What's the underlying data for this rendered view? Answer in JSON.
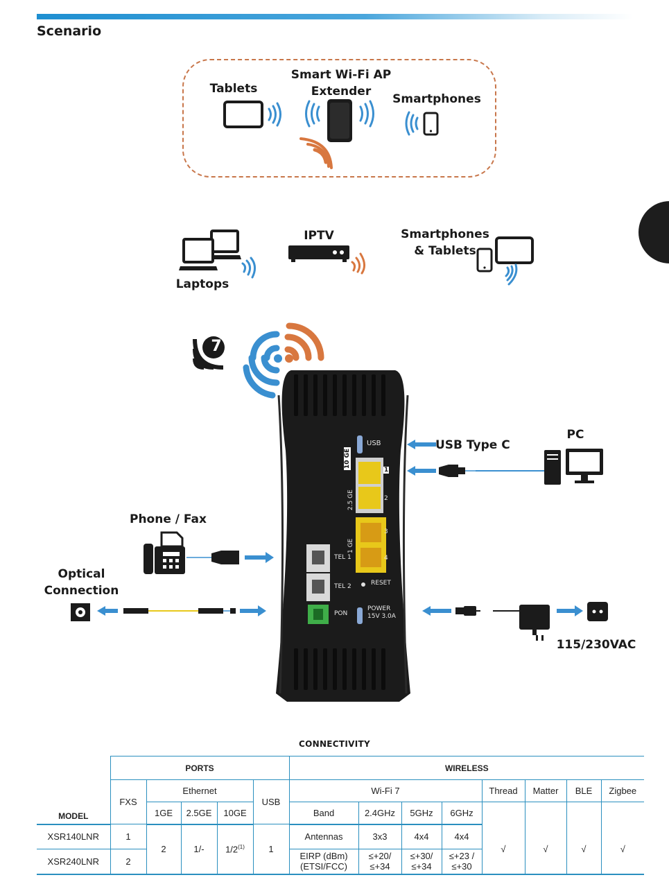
{
  "page_title": "Scenario",
  "extender_box": {
    "tablets": "Tablets",
    "extender_line1": "Smart Wi-Fi AP",
    "extender_line2": "Extender",
    "smartphones": "Smartphones"
  },
  "clients": {
    "laptops": "Laptops",
    "iptv": "IPTV",
    "phones_tablets_line1": "Smartphones",
    "phones_tablets_line2": "& Tablets"
  },
  "wifi_badge": "7",
  "device_ports": {
    "usb": "USB",
    "ge10": "10 GE",
    "ge25": "2.5 GE",
    "ge1": "1 GE",
    "p1": "1",
    "p2": "2",
    "p3": "3",
    "p4": "4",
    "tel1": "TEL 1",
    "tel2": "TEL 2",
    "pon": "PON",
    "reset": "RESET",
    "power_line1": "POWER",
    "power_line2": "15V 3.0A"
  },
  "connections": {
    "usb_type_c": "USB Type C",
    "pc": "PC",
    "phone_fax": "Phone / Fax",
    "optical_line1": "Optical",
    "optical_line2": "Connection",
    "power_spec": "115/230VAC"
  },
  "colors": {
    "wifi_blue": "#3a8fd0",
    "wifi_orange": "#d8773f",
    "table_line": "#2a8fbf",
    "device_body": "#1b1b1b",
    "eth_yellow": "#e8c81a",
    "pon_green": "#3fae49"
  },
  "table": {
    "title": "CONNECTIVITY",
    "ports_header": "PORTS",
    "wireless_header": "WIRELESS",
    "model_header": "MODEL",
    "fxs": "FXS",
    "ethernet": "Ethernet",
    "usb": "USB",
    "wifi7": "Wi-Fi 7",
    "thread": "Thread",
    "matter": "Matter",
    "ble": "BLE",
    "zigbee": "Zigbee",
    "eth_cols": [
      "1GE",
      "2.5GE",
      "10GE"
    ],
    "band": "Band",
    "bands": [
      "2.4GHz",
      "5GHz",
      "6GHz"
    ],
    "antennas": "Antennas",
    "antenna_vals": [
      "3x3",
      "4x4",
      "4x4"
    ],
    "eirp_line1": "EIRP (dBm)",
    "eirp_line2": "(ETSI/FCC)",
    "eirp_vals": [
      [
        "≤+20/",
        "≤+34"
      ],
      [
        "≤+30/",
        "≤+34"
      ],
      [
        "≤+23 /",
        "≤+30"
      ]
    ],
    "rows": [
      {
        "model": "XSR140LNR",
        "fxs": "1"
      },
      {
        "model": "XSR240LNR",
        "fxs": "2"
      }
    ],
    "shared": {
      "ge1": "2",
      "ge25": "1/-",
      "ge10": "1/2",
      "ge10_note": "(1)",
      "usb": "1",
      "check": "√"
    }
  }
}
